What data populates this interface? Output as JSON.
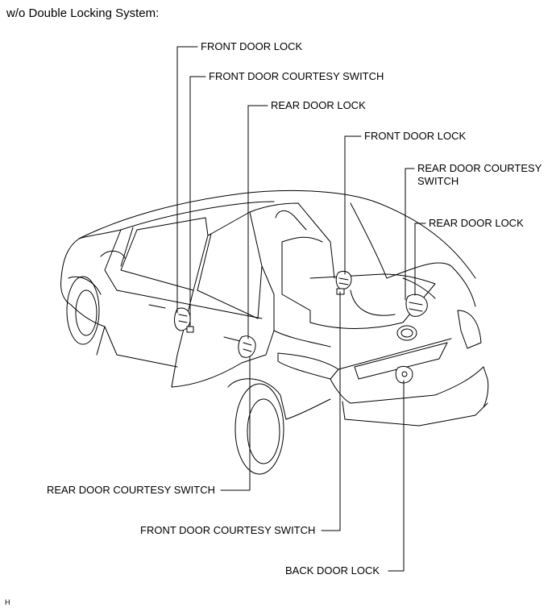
{
  "title": "w/o Double Locking System:",
  "labels": {
    "front_door_lock_left": "FRONT DOOR LOCK",
    "front_door_courtesy_switch_top": "FRONT DOOR COURTESY SWITCH",
    "rear_door_lock_left": "REAR DOOR LOCK",
    "front_door_lock_right": "FRONT DOOR LOCK",
    "rear_door_courtesy_switch_right_line1": "REAR DOOR COURTESY",
    "rear_door_courtesy_switch_right_line2": "SWITCH",
    "rear_door_lock_right": "REAR DOOR LOCK",
    "rear_door_courtesy_switch_bottom": "REAR DOOR COURTESY SWITCH",
    "front_door_courtesy_switch_bottom": "FRONT DOOR COURTESY SWITCH",
    "back_door_lock": "BACK DOOR LOCK"
  },
  "footer_code": "H"
}
